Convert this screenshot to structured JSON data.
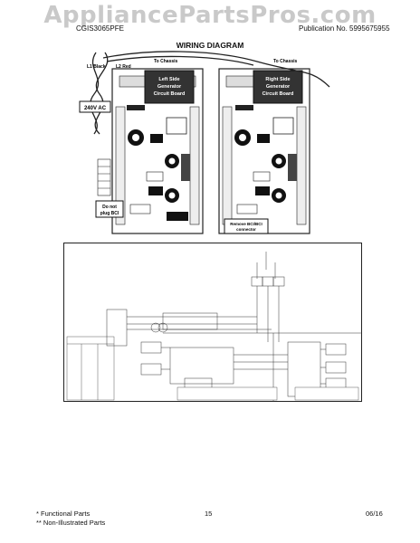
{
  "watermark": "AppliancePartsPros.com",
  "header": {
    "model": "CGIS3065PFE",
    "publication": "Publication No. 5995675955"
  },
  "title": "WIRING DIAGRAM",
  "top_diagram": {
    "l1_label": "L1 Black",
    "l2_label": "L2 Red",
    "chassis_left": "To Chassis",
    "chassis_right": "To Chassis",
    "voltage": "240V AC",
    "left_board": [
      "Left Side",
      "Generator",
      "Circuit Board"
    ],
    "right_board": [
      "Right Side",
      "Generator",
      "Circuit Board"
    ],
    "do_not_plug": [
      "Do not",
      "plug BCI"
    ],
    "remove_bci": [
      "Remove BCI/BCI",
      "connector"
    ]
  },
  "footer": {
    "functional": "* Functional Parts",
    "non_illustrated": "** Non-Illustrated Parts",
    "page": "15",
    "date": "06/16"
  }
}
